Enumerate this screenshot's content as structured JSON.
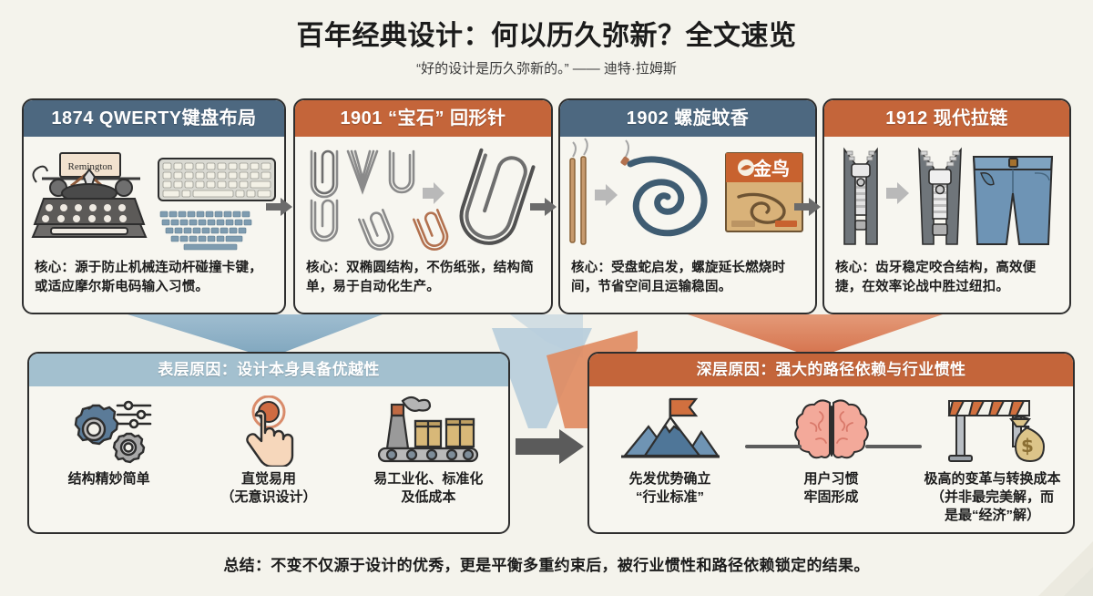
{
  "header": {
    "title": "百年经典设计：何以历久弥新？全文速览",
    "subtitle": "“好的设计是历久弥新的。” —— 迪特·拉姆斯"
  },
  "colors": {
    "background": "#f4f3ec",
    "card_body": "#f7f6f0",
    "header_blue": "#4d6880",
    "header_orange": "#c4653a",
    "panel_blue": "#a3c0cf",
    "outline": "#2e2e2e",
    "arrow_gray": "#6b6b6b"
  },
  "cards": [
    {
      "id": "qwerty",
      "title": "1874 QWERTY键盘布局",
      "theme": "blue",
      "note": "核心：源于防止机械连动杆碰撞卡键，或适应摩尔斯电码输入习惯。",
      "brand": "Remington",
      "icons": [
        "typewriter-icon",
        "keyboard-icon",
        "onscreen-keyboard-icon"
      ]
    },
    {
      "id": "paperclip",
      "title": "1901 “宝石” 回形针",
      "theme": "orange",
      "note": "核心：双椭圆结构，不伤纸张，结构简单，易于自动化生产。",
      "icons": [
        "paperclip-variants-icon",
        "arrow-right-icon",
        "gem-paperclip-icon"
      ]
    },
    {
      "id": "mosquito-coil",
      "title": "1902 螺旋蚊香",
      "theme": "blue",
      "note": "核心：受盘蛇启发，螺旋延长燃烧时间，节省空间且运输稳固。",
      "brand": "金鸟",
      "icons": [
        "incense-sticks-icon",
        "arrow-right-icon",
        "spiral-coil-icon",
        "coil-box-icon"
      ]
    },
    {
      "id": "zipper",
      "title": "1912 现代拉链",
      "theme": "orange",
      "note": "核心：齿牙稳定咬合结构，高效便捷，在效率论战中胜过纽扣。",
      "icons": [
        "zipper-icon",
        "arrow-right-icon",
        "zipper-open-icon",
        "jeans-icon"
      ]
    }
  ],
  "panels": {
    "left": {
      "title": "表层原因：设计本身具备优越性",
      "theme": "light-blue",
      "pillars": [
        {
          "label": "结构精妙简单",
          "icon": "gears-icon"
        },
        {
          "label": "直觉易用\n（无意识设计）",
          "icon": "tap-hand-icon"
        },
        {
          "label": "易工业化、标准化\n及低成本",
          "icon": "factory-conveyor-icon"
        }
      ]
    },
    "right": {
      "title": "深层原因：强大的路径依赖与行业惯性",
      "theme": "orange",
      "pillars": [
        {
          "label": "先发优势确立\n“行业标准”",
          "icon": "mountain-flag-icon"
        },
        {
          "label": "用户习惯\n牢固形成",
          "icon": "brain-icon"
        },
        {
          "label": "极高的变革与转换成本\n（并非最完美解，而\n是最“经济”解）",
          "icon": "barrier-moneybag-icon"
        }
      ]
    }
  },
  "footer": {
    "summary": "总结：不变不仅源于设计的优秀，更是平衡多重约束后，被行业惯性和路径依赖锁定的结果。"
  }
}
